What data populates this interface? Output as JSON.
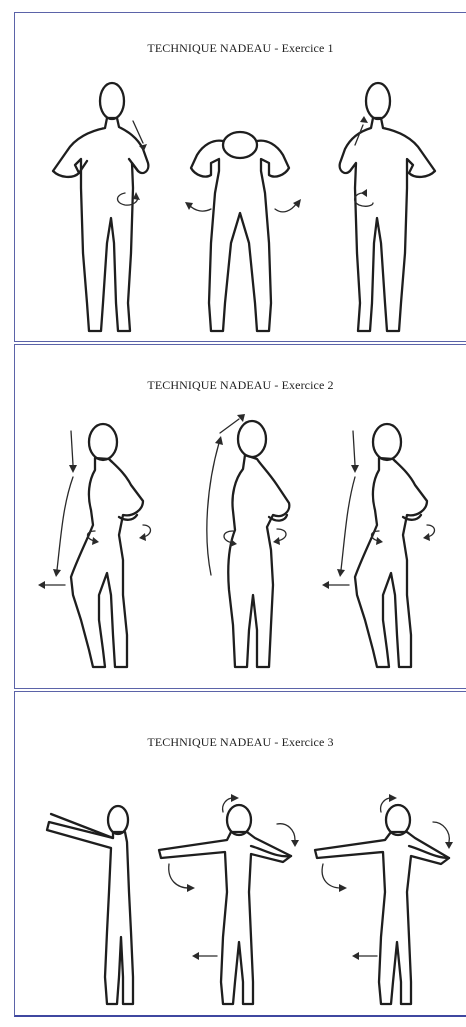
{
  "exercises": [
    {
      "title": "TECHNIQUE NADEAU - Exercice 1"
    },
    {
      "title": "TECHNIQUE NADEAU - Exercice 2"
    },
    {
      "title": "TECHNIQUE NADEAU - Exercice 3"
    }
  ]
}
